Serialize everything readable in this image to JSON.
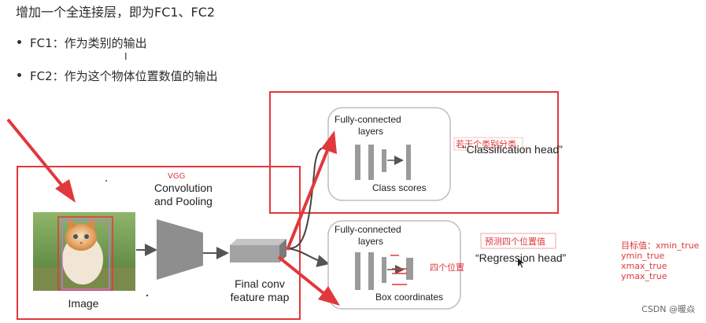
{
  "text": {
    "heading": "增加一个全连接层，即为FC1、FC2",
    "bullets": [
      "FC1：作为类别的输出",
      "FC2：作为这个物体位置数值的输出"
    ],
    "cursor_char": "I"
  },
  "diagram": {
    "vgg": "VGG",
    "conv_line1": "Convolution",
    "conv_line2": "and Pooling",
    "image_label": "Image",
    "final_line1": "Final conv",
    "final_line2": "feature map",
    "fc_top_line1": "Fully-connected",
    "fc_top_line2": "layers",
    "class_scores": "Class scores",
    "fc_bottom_line1": "Fully-connected",
    "fc_bottom_line2": "layers",
    "box_coordinates": "Box coordinates",
    "classification_head": "“Classification head”",
    "regression_head": "“Regression head”"
  },
  "annotations": {
    "classification_note": "若干个类别分类",
    "regression_note": "预测四个位置值",
    "four_positions": "四个位置",
    "target_label": "目标值：",
    "targets": [
      "xmin_true",
      "ymin_true",
      "xmax_true",
      "ymax_true"
    ]
  },
  "colors": {
    "annotation_red": "#e0383c"
  },
  "watermark": "CSDN @暖焱"
}
